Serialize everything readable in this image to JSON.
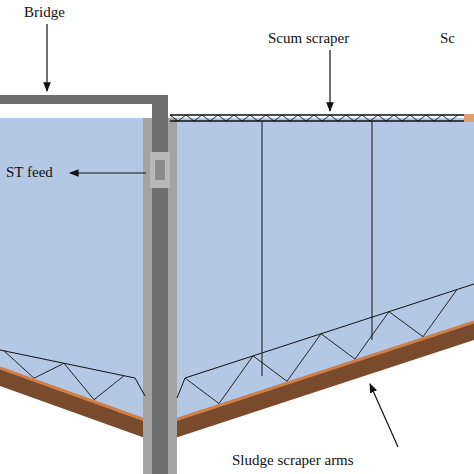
{
  "diagram": {
    "labels": [
      "Bridge",
      "Scum scraper",
      "Sc",
      "ST feed",
      "Sludge scraper arms"
    ]
  }
}
